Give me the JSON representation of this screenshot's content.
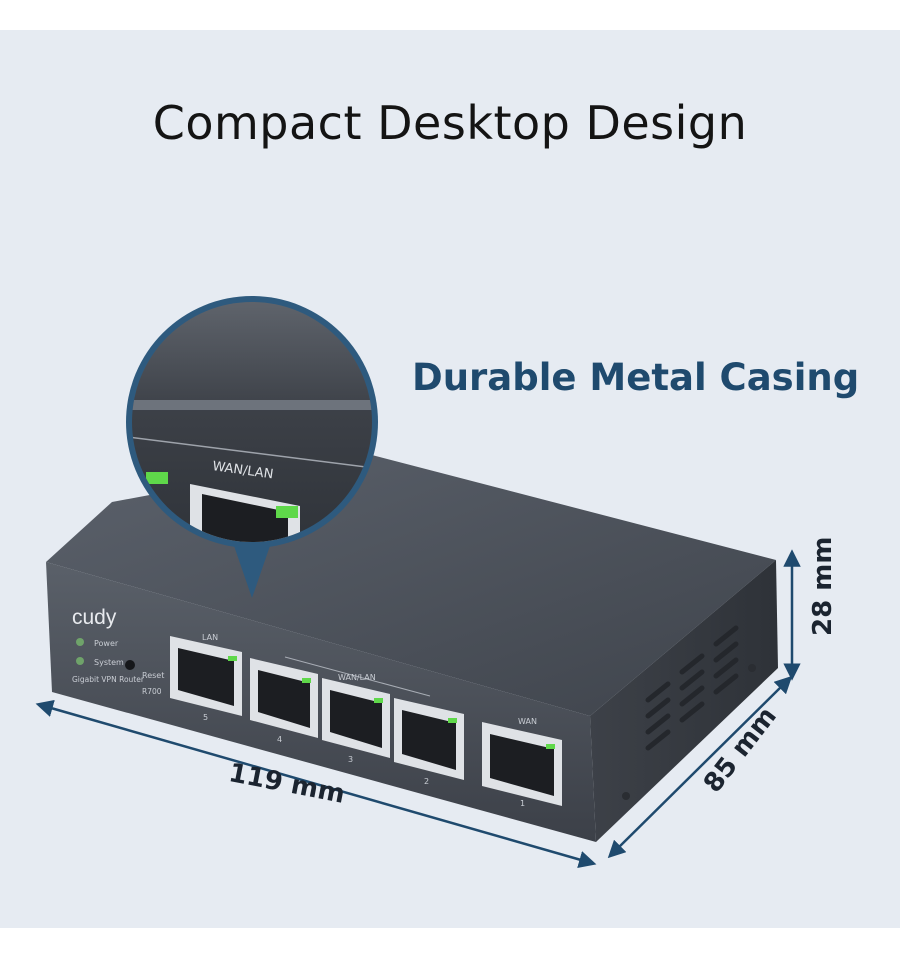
{
  "heading": "Compact Desktop Design",
  "feature_label": "Durable Metal Casing",
  "device": {
    "brand": "cudy",
    "led_power": "Power",
    "led_system": "System",
    "reset_label": "Reset",
    "model_text": "Gigabit VPN Router",
    "model_number": "R700",
    "lan_group_label": "LAN",
    "wanlan_group_label": "WAN/LAN",
    "wan_group_label": "WAN",
    "port_numbers": [
      "5",
      "4",
      "3",
      "2",
      "1"
    ],
    "zoom_label": "WAN/LAN"
  },
  "dimensions": {
    "width": "119 mm",
    "depth": "85 mm",
    "height": "28 mm"
  },
  "colors": {
    "background": "#e6ebf2",
    "accent": "#1f4a6e",
    "casing": "#4a4f58",
    "led_green": "#5fd84a"
  }
}
